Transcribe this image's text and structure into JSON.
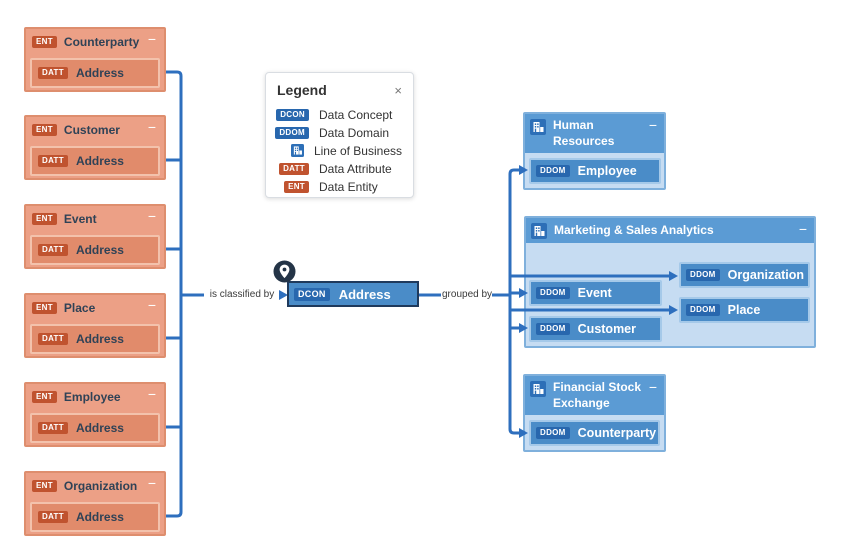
{
  "colors": {
    "line": "#2E6FBE",
    "orange_badge": "#C0532F",
    "blue_badge": "#2867AE",
    "header_blue": "#5B9BD4",
    "body_blue": "#C6DCF2",
    "node_blue": "#4A8CC8",
    "entity_fill": "#ECA086",
    "attribute_fill": "#E18B6B"
  },
  "badges": {
    "ent": "ENT",
    "datt": "DATT",
    "dcon": "DCON",
    "ddom": "DDOM"
  },
  "collapse_glyph": "−",
  "left_entities": [
    {
      "name": "Counterparty",
      "attribute": "Address"
    },
    {
      "name": "Customer",
      "attribute": "Address"
    },
    {
      "name": "Event",
      "attribute": "Address"
    },
    {
      "name": "Place",
      "attribute": "Address"
    },
    {
      "name": "Employee",
      "attribute": "Address"
    },
    {
      "name": "Organization",
      "attribute": "Address"
    }
  ],
  "center_node": {
    "badge": "DCON",
    "label": "Address"
  },
  "edges": {
    "left_label": "is classified by",
    "right_label": "grouped by"
  },
  "legend": {
    "title": "Legend",
    "close_glyph": "×",
    "items": [
      {
        "badge": "DCON",
        "label": "Data Concept"
      },
      {
        "badge": "DDOM",
        "label": "Data Domain"
      },
      {
        "badge": "",
        "label": "Line of Business"
      },
      {
        "badge": "DATT",
        "label": "Data Attribute"
      },
      {
        "badge": "ENT",
        "label": "Data Entity"
      }
    ]
  },
  "domains": [
    {
      "title": "Human Resources",
      "items": [
        "Employee"
      ]
    },
    {
      "title": "Marketing & Sales Analytics",
      "items": [
        "Event",
        "Customer",
        "Organization",
        "Place"
      ]
    },
    {
      "title": "Financial Stock Exchange",
      "items": [
        "Counterparty"
      ]
    }
  ]
}
